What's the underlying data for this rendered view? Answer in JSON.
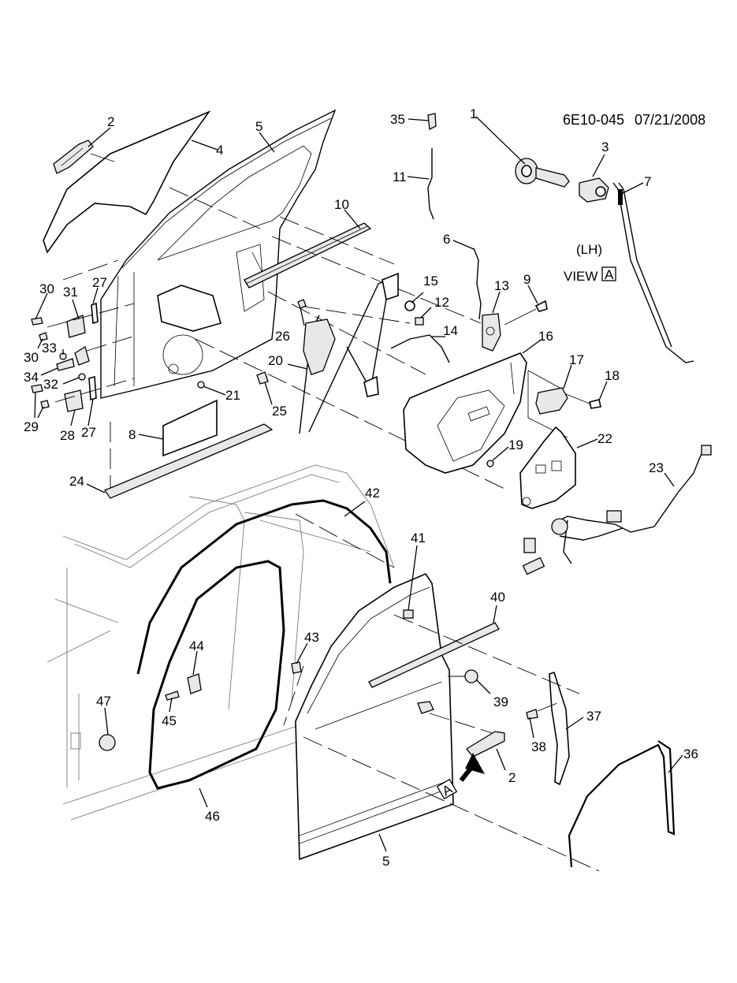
{
  "header": {
    "diagram_id": "6E10-045",
    "date": "07/21/2008"
  },
  "view_note": {
    "side": "(LH)",
    "view_label": "VIEW",
    "view_letter": "A"
  },
  "view_arrow_letter": "A",
  "callouts": [
    {
      "id": "c1",
      "label": "1",
      "part": "key"
    },
    {
      "id": "c2a",
      "label": "2",
      "part": "outside-door-handle-upper"
    },
    {
      "id": "c2b",
      "label": "2",
      "part": "outside-door-handle-lower"
    },
    {
      "id": "c3",
      "label": "3",
      "part": "lock-cylinder"
    },
    {
      "id": "c4",
      "label": "4",
      "part": "door-window-glass"
    },
    {
      "id": "c5a",
      "label": "5",
      "part": "door-frame-upper"
    },
    {
      "id": "c5b",
      "label": "5",
      "part": "door-outer-panel-lower"
    },
    {
      "id": "c6",
      "label": "6",
      "part": "lock-rod"
    },
    {
      "id": "c7",
      "label": "7",
      "part": "lock-cylinder-rod"
    },
    {
      "id": "c8",
      "label": "8",
      "part": "water-deflector"
    },
    {
      "id": "c9",
      "label": "9",
      "part": "latch-screw"
    },
    {
      "id": "c10",
      "label": "10",
      "part": "inner-belt-sealing-strip"
    },
    {
      "id": "c11",
      "label": "11",
      "part": "lock-knob-rod"
    },
    {
      "id": "c12",
      "label": "12",
      "part": "clip"
    },
    {
      "id": "c13",
      "label": "13",
      "part": "door-latch"
    },
    {
      "id": "c14",
      "label": "14",
      "part": "inside-handle-cable"
    },
    {
      "id": "c15",
      "label": "15",
      "part": "grommet"
    },
    {
      "id": "c16",
      "label": "16",
      "part": "trim-panel"
    },
    {
      "id": "c17",
      "label": "17",
      "part": "inside-handle"
    },
    {
      "id": "c18",
      "label": "18",
      "part": "handle-screw"
    },
    {
      "id": "c19",
      "label": "19",
      "part": "trim-panel-bolt"
    },
    {
      "id": "c20",
      "label": "20",
      "part": "window-regulator"
    },
    {
      "id": "c21",
      "label": "21",
      "part": "regulator-nut"
    },
    {
      "id": "c22",
      "label": "22",
      "part": "armrest-bracket"
    },
    {
      "id": "c23",
      "label": "23",
      "part": "wiring-harness"
    },
    {
      "id": "c24",
      "label": "24",
      "part": "rocker-molding"
    },
    {
      "id": "c25",
      "label": "25",
      "part": "plug"
    },
    {
      "id": "c26",
      "label": "26",
      "part": "regulator-bolt"
    },
    {
      "id": "c27a",
      "label": "27",
      "part": "hinge-shim-upper"
    },
    {
      "id": "c27b",
      "label": "27",
      "part": "hinge-shim-lower"
    },
    {
      "id": "c28",
      "label": "28",
      "part": "lower-hinge"
    },
    {
      "id": "c29",
      "label": "29",
      "part": "lower-hinge-bolts"
    },
    {
      "id": "c30a",
      "label": "30",
      "part": "upper-hinge-bolt-a"
    },
    {
      "id": "c30b",
      "label": "30",
      "part": "upper-hinge-bolt-b"
    },
    {
      "id": "c31",
      "label": "31",
      "part": "upper-hinge"
    },
    {
      "id": "c32",
      "label": "32",
      "part": "check-link-bolt"
    },
    {
      "id": "c33",
      "label": "33",
      "part": "check-link-nut"
    },
    {
      "id": "c34",
      "label": "34",
      "part": "door-check-link"
    },
    {
      "id": "c35",
      "label": "35",
      "part": "lock-knob"
    },
    {
      "id": "c36",
      "label": "36",
      "part": "door-frame-weatherstrip"
    },
    {
      "id": "c37",
      "label": "37",
      "part": "rear-channel"
    },
    {
      "id": "c38",
      "label": "38",
      "part": "channel-bolt"
    },
    {
      "id": "c39",
      "label": "39",
      "part": "bumper"
    },
    {
      "id": "c40",
      "label": "40",
      "part": "outer-belt-sealing-strip"
    },
    {
      "id": "c41",
      "label": "41",
      "part": "glass-run-clip"
    },
    {
      "id": "c42",
      "label": "42",
      "part": "body-opening-weatherstrip"
    },
    {
      "id": "c43",
      "label": "43",
      "part": "retainer"
    },
    {
      "id": "c44",
      "label": "44",
      "part": "striker"
    },
    {
      "id": "c45",
      "label": "45",
      "part": "striker-bolt"
    },
    {
      "id": "c46",
      "label": "46",
      "part": "door-opening-weatherstrip"
    },
    {
      "id": "c47",
      "label": "47",
      "part": "body-plug"
    }
  ]
}
